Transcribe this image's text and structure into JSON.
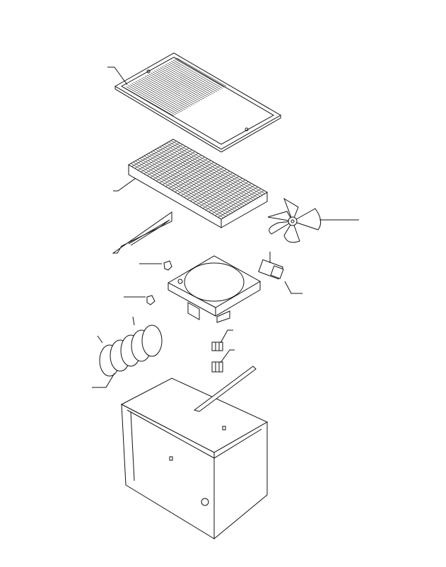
{
  "diagram": {
    "type": "exploded-parts-view",
    "line_color": "#111111",
    "background": "#ffffff",
    "parts": [
      "grille",
      "mesh-filter",
      "fan-blade",
      "deflector",
      "clip-upper",
      "clip-lower",
      "fan-housing",
      "fan-motor",
      "heating-coil",
      "switch-upper",
      "switch-lower",
      "cover-plate",
      "cabinet-box"
    ]
  }
}
